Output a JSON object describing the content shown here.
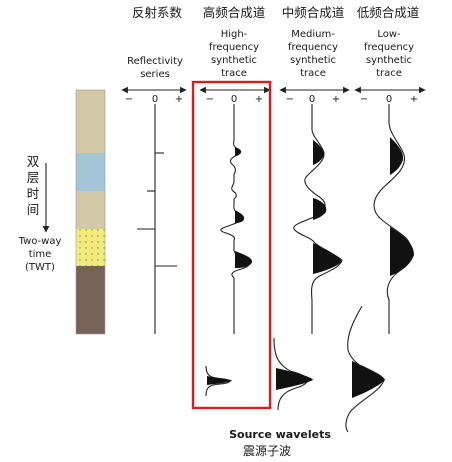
{
  "columns": [
    {
      "id": "reflectivity",
      "cn": "反射系数",
      "en": [
        "Reflectivity",
        "series"
      ]
    },
    {
      "id": "high",
      "cn": "高频合成道",
      "en": [
        "High-",
        "frequency",
        "synthetic",
        "trace"
      ]
    },
    {
      "id": "medium",
      "cn": "中频合成道",
      "en": [
        "Medium-",
        "frequency",
        "synthetic",
        "trace"
      ]
    },
    {
      "id": "low",
      "cn": "低频合成道",
      "en": [
        "Low-",
        "frequency",
        "synthetic",
        "trace"
      ]
    }
  ],
  "axis_ticks": {
    "minus": "−",
    "zero": "0",
    "plus": "+"
  },
  "time_label": {
    "cn": [
      "双",
      "层",
      "时",
      "间"
    ],
    "en": [
      "Two-way",
      "time",
      "(TWT)"
    ]
  },
  "wavelets_label": {
    "en": "Source wavelets",
    "cn": "震源子波"
  },
  "strata": [
    {
      "name": "layer-1",
      "color": "#d2c9a7"
    },
    {
      "name": "layer-2",
      "color": "#a3c5d7"
    },
    {
      "name": "layer-3",
      "color": "#d2c9a7"
    },
    {
      "name": "layer-4",
      "color": "#f3ec7c"
    },
    {
      "name": "layer-5",
      "color": "#776257"
    }
  ],
  "highlight_color": "#d21f1f"
}
